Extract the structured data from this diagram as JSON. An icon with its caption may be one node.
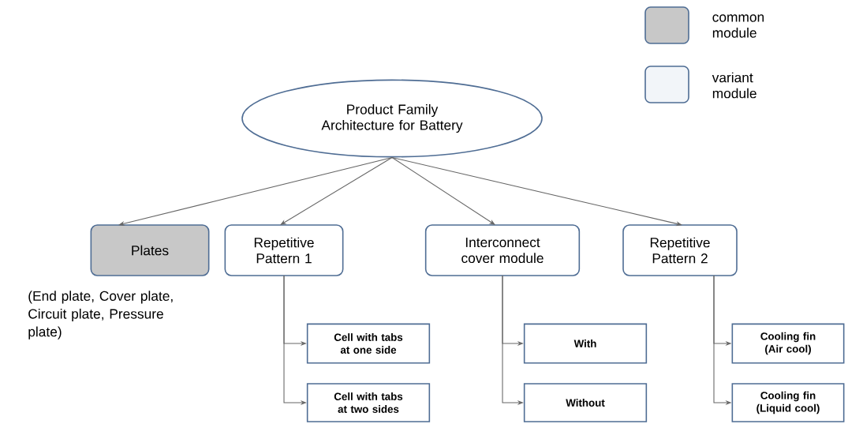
{
  "diagram": {
    "nodes": [
      {
        "text": [
          "Product Family Architecture for Battery"
        ]
      },
      {
        "text": [
          "Plates"
        ],
        "beside": [
          "(End plate, Cover plate, Circuit plate, Pressure plate)"
        ]
      },
      {
        "text": [
          "Repetitive Pattern 1"
        ]
      },
      {
        "text": [
          "Interconnect cover module"
        ]
      },
      {
        "text": [
          "Repetitive Pattern 2"
        ]
      },
      {
        "text": [
          "Cell with tabs at one side"
        ]
      },
      {
        "text": [
          "Cell with tabs at two sides"
        ]
      },
      {
        "text": [
          "With"
        ]
      },
      {
        "text": [
          "Without"
        ]
      },
      {
        "text": [
          "Cooling fin (Air cool)"
        ]
      },
      {
        "text": [
          "Cooling fin (Liquid cool)"
        ]
      }
    ],
    "edges": [
      {
        "from": 0,
        "to": 1,
        "arrow": "to"
      },
      {
        "from": 0,
        "to": 2,
        "arrow": "to"
      },
      {
        "from": 0,
        "to": 3,
        "arrow": "to"
      },
      {
        "from": 0,
        "to": 4,
        "arrow": "to"
      },
      {
        "from": 2,
        "to": 5,
        "arrow": "to"
      },
      {
        "from": 2,
        "to": 6,
        "arrow": "to"
      },
      {
        "from": 3,
        "to": 7,
        "arrow": "to"
      },
      {
        "from": 3,
        "to": 8,
        "arrow": "to"
      },
      {
        "from": 4,
        "to": 9,
        "arrow": "to"
      },
      {
        "from": 4,
        "to": 10,
        "arrow": "to"
      }
    ],
    "legend": [
      {
        "text": "common module",
        "color": "#c8c8c8"
      },
      {
        "text": "variant module",
        "color": "#f2f5f9"
      }
    ]
  }
}
